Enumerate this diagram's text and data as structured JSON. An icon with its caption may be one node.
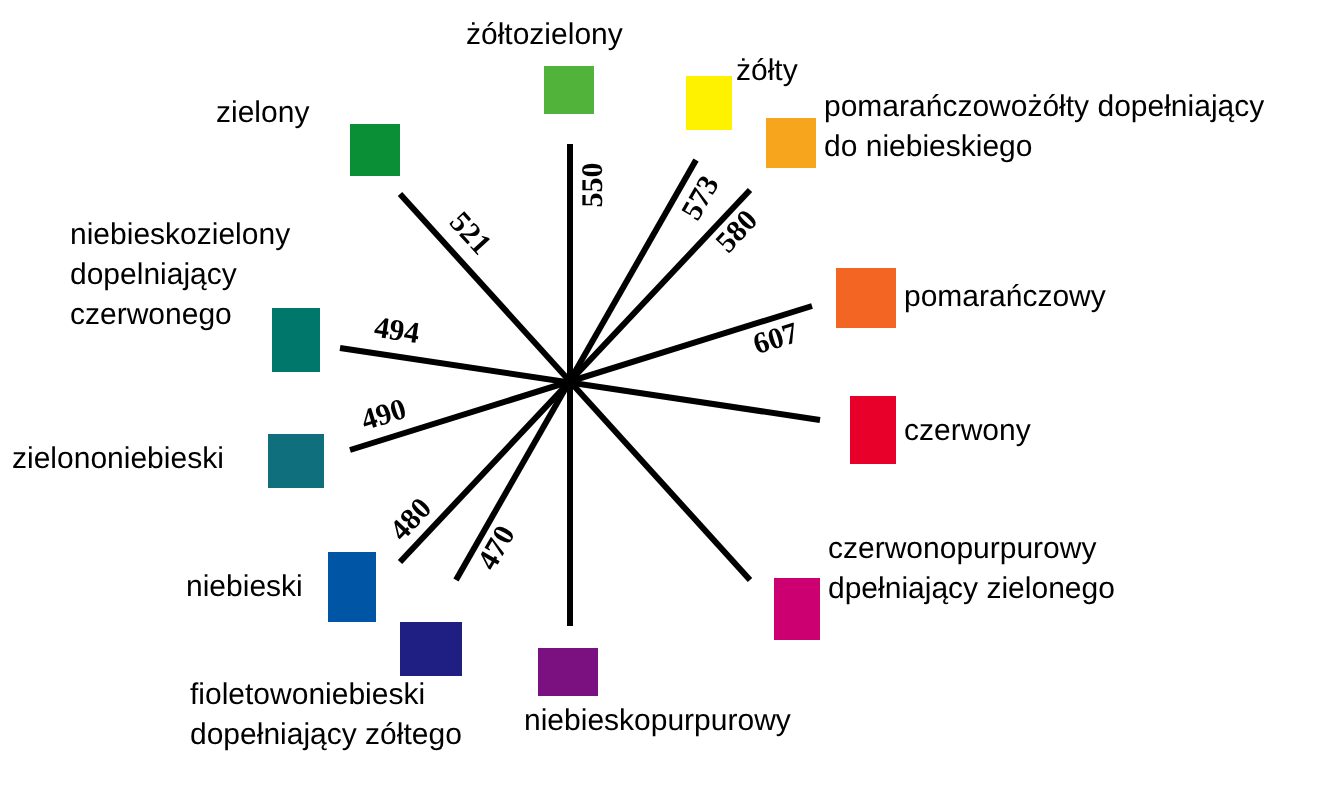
{
  "diagram": {
    "labels": [
      "550",
      "521",
      "494",
      "490",
      "480",
      "470",
      "573",
      "580",
      "607"
    ],
    "legend": [
      {
        "text": "żółtozielony",
        "color": "#52b33a"
      },
      {
        "text": "zielony",
        "color": "#0a8f36"
      },
      {
        "text": "żółty",
        "color": "#fff200"
      },
      {
        "text": "pomarańczowożółty dopełniający do niebieskiego",
        "color": "#f7a51c"
      },
      {
        "text": "niebieskozielony dopelniający czerwonego",
        "color": "#00776b"
      },
      {
        "text": "pomarańczowy",
        "color": "#f26522"
      },
      {
        "text": "czerwony",
        "color": "#e8002a"
      },
      {
        "text": "zielononiebieski",
        "color": "#0f6f7c"
      },
      {
        "text": "niebieski",
        "color": "#0055a4"
      },
      {
        "text": "fioletowoniebieski dopełniający zółtego",
        "color": "#1e1e83"
      },
      {
        "text": "niebieskopurpurowy",
        "color": "#7b1080"
      },
      {
        "text": "czerwonopurpurowy dpełniający zielonego",
        "color": "#cc0070"
      }
    ]
  }
}
